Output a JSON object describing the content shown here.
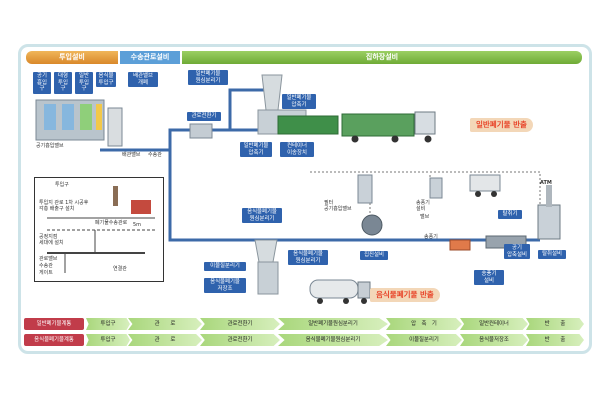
{
  "sections": {
    "input": "투입설비",
    "transport": "수송관로설비",
    "collection": "집하장설비"
  },
  "labels": {
    "apt_inlet": "공기\n흡입구",
    "large_inlet": "대형\n투입구",
    "general_inlet": "일반\n투입구",
    "food_inlet": "음식물\n투입구",
    "discharge_valve": "배관밸브\n개폐",
    "general_separator": "일반폐기물\n원심분리기",
    "general_compactor": "일반폐기물\n압축기",
    "transport_valve": "관로전환기",
    "general_press": "일반폐기물\n압축기",
    "container_press": "컨테이너\n이송장치",
    "food_separator": "음식물폐기물\n원심분리기",
    "food_grinder": "음식물폐기물\n원심분리기",
    "dust_filter": "집진설비",
    "food_dehydrator": "이물질분리기",
    "food_storage": "음식물폐기물\n저장조",
    "deodorizer": "탈취기",
    "blower": "송풍기\n설비",
    "air_compressor": "공기\n압축설비",
    "exhaust": "탈취설비"
  },
  "texts": {
    "inlet_station": "공기흡입밸브",
    "pipe_valve": "배관밸브",
    "transport_pipe": "수송관",
    "filter_stack": "필터\n공기흡입밸브",
    "blower_small": "송풍기\n설비",
    "silencer": "송풍기",
    "tower": "ATM",
    "valve_sub": "밸브",
    "inset_item1": "투입구",
    "inset_item2": "투입지 관로 1차 시공후\n각층 배출구 설치",
    "inset_item3": "폐기물수송관로",
    "inset_item4": "공정지점\n세대에 설치",
    "inset_item5": "관로밸브",
    "inset_item6": "수송관",
    "inset_item7": "게이트",
    "inset_item8": "연결관",
    "inset_dist": "5m"
  },
  "tags": {
    "general_out": "일반폐기물 반출",
    "food_out": "음식물폐기물 반출"
  },
  "flows": [
    {
      "head": "일반폐기물계통",
      "steps": [
        "투입구",
        "관　　로",
        "관로전환기",
        "일반폐기물원심분리기",
        "압　축　기",
        "일반컨테이너",
        "반　　출"
      ]
    },
    {
      "head": "음식물폐기물계통",
      "steps": [
        "투입구",
        "관　　로",
        "관로전환기",
        "음식물폐기물원심분리기",
        "이물질분리기",
        "음식물저장조",
        "반　　출"
      ]
    }
  ],
  "colors": {
    "pipe": "#3c6aa8",
    "accent_green": "#6fab36",
    "label_blue": "#2f62ad",
    "row_head": "#c13c4a"
  }
}
